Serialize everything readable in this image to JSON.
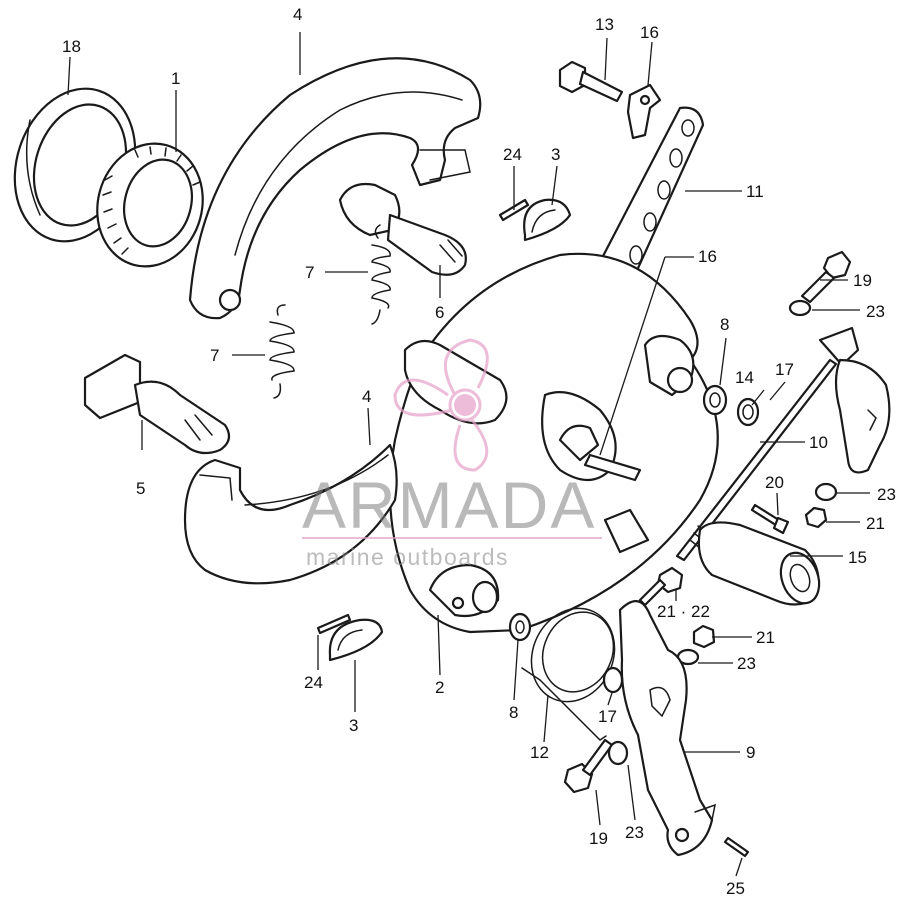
{
  "watermark": {
    "brand": "ARMADA",
    "tagline": "marine outboards",
    "accent_color": "#e6a0c8",
    "text_color": "#7a7a7a"
  },
  "callouts": [
    {
      "id": "c-18",
      "label": "18"
    },
    {
      "id": "c-1",
      "label": "1"
    },
    {
      "id": "c-4-top",
      "label": "4"
    },
    {
      "id": "c-13",
      "label": "13"
    },
    {
      "id": "c-16-top",
      "label": "16"
    },
    {
      "id": "c-24-top",
      "label": "24"
    },
    {
      "id": "c-3-top",
      "label": "3"
    },
    {
      "id": "c-11",
      "label": "11"
    },
    {
      "id": "c-7-top",
      "label": "7"
    },
    {
      "id": "c-6",
      "label": "6"
    },
    {
      "id": "c-16-mid",
      "label": "16"
    },
    {
      "id": "c-19-top",
      "label": "19"
    },
    {
      "id": "c-23-top",
      "label": "23"
    },
    {
      "id": "c-7-mid",
      "label": "7"
    },
    {
      "id": "c-8-top",
      "label": "8"
    },
    {
      "id": "c-4-mid",
      "label": "4"
    },
    {
      "id": "c-14",
      "label": "14"
    },
    {
      "id": "c-17-top",
      "label": "17"
    },
    {
      "id": "c-10",
      "label": "10"
    },
    {
      "id": "c-5",
      "label": "5"
    },
    {
      "id": "c-20",
      "label": "20"
    },
    {
      "id": "c-23-mid",
      "label": "23"
    },
    {
      "id": "c-21-mid",
      "label": "21"
    },
    {
      "id": "c-15",
      "label": "15"
    },
    {
      "id": "c-21-22",
      "label": "21 · 22"
    },
    {
      "id": "c-21-low",
      "label": "21"
    },
    {
      "id": "c-23-low",
      "label": "23"
    },
    {
      "id": "c-24-low",
      "label": "24"
    },
    {
      "id": "c-2",
      "label": "2"
    },
    {
      "id": "c-3-low",
      "label": "3"
    },
    {
      "id": "c-8-low",
      "label": "8"
    },
    {
      "id": "c-17-low",
      "label": "17"
    },
    {
      "id": "c-12",
      "label": "12"
    },
    {
      "id": "c-9",
      "label": "9"
    },
    {
      "id": "c-19-low",
      "label": "19"
    },
    {
      "id": "c-23-bottom",
      "label": "23"
    },
    {
      "id": "c-25",
      "label": "25"
    }
  ]
}
